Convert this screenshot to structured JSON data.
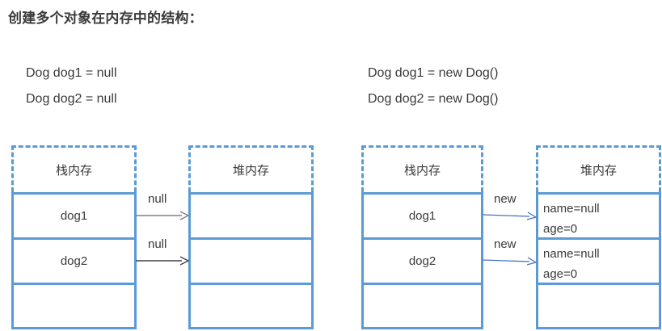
{
  "title": "创建多个对象在内存中的结构：",
  "code_blocks": [
    {
      "name": "null-assignment",
      "lines": [
        "Dog dog1 = null",
        "Dog dog2 = null"
      ]
    },
    {
      "name": "new-instantiation",
      "lines": [
        "Dog dog1 = new Dog()",
        "Dog dog2 = new Dog()"
      ]
    }
  ],
  "diagrams": {
    "left": {
      "stack": {
        "header": "栈内存",
        "cells": [
          "dog1",
          "dog2",
          ""
        ]
      },
      "heap": {
        "header": "堆内存",
        "cells": [
          {
            "fields": []
          },
          {
            "fields": []
          },
          {
            "fields": []
          }
        ]
      },
      "arrows": [
        {
          "label": "null",
          "color": "#808080"
        },
        {
          "label": "null",
          "color": "#404040"
        }
      ]
    },
    "right": {
      "stack": {
        "header": "栈内存",
        "cells": [
          "dog1",
          "dog2",
          ""
        ]
      },
      "heap": {
        "header": "堆内存",
        "cells": [
          {
            "fields": [
              "name=null",
              "age=0"
            ]
          },
          {
            "fields": [
              "name=null",
              "age=0"
            ]
          },
          {
            "fields": []
          }
        ]
      },
      "arrows": [
        {
          "label": "new",
          "color": "#4472c4"
        },
        {
          "label": "new",
          "color": "#4472c4"
        }
      ]
    }
  },
  "colors": {
    "box_border": "#5b9bd5",
    "text": "#3a3a3a",
    "arrow_gray": "#808080",
    "arrow_dark": "#404040",
    "arrow_blue": "#4472c4",
    "background": "#ffffff"
  }
}
